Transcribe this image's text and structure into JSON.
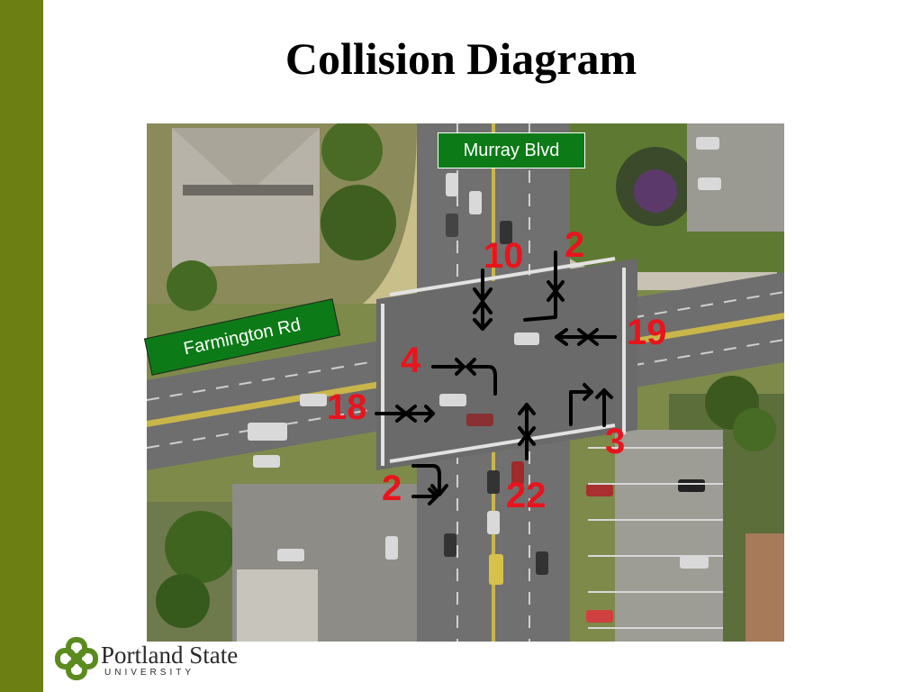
{
  "slide": {
    "title": "Collision Diagram",
    "accent_color": "#6b7f12"
  },
  "streets": {
    "north_south": "Murray Blvd",
    "east_west": "Farmington Rd"
  },
  "collision_counts": [
    {
      "value": "10",
      "movement": "opposing-through-southbound"
    },
    {
      "value": "2",
      "movement": "southbound-left-turn"
    },
    {
      "value": "19",
      "movement": "westbound-through"
    },
    {
      "value": "4",
      "movement": "eastbound-left-turn"
    },
    {
      "value": "18",
      "movement": "eastbound-through"
    },
    {
      "value": "22",
      "movement": "northbound-through"
    },
    {
      "value": "3",
      "movement": "northbound-left-turn"
    },
    {
      "value": "2",
      "movement": "eastbound-right-turn"
    }
  ],
  "branding": {
    "name": "Portland State",
    "sub": "UNIVERSITY",
    "logo_icon": "psu-knot-icon"
  }
}
